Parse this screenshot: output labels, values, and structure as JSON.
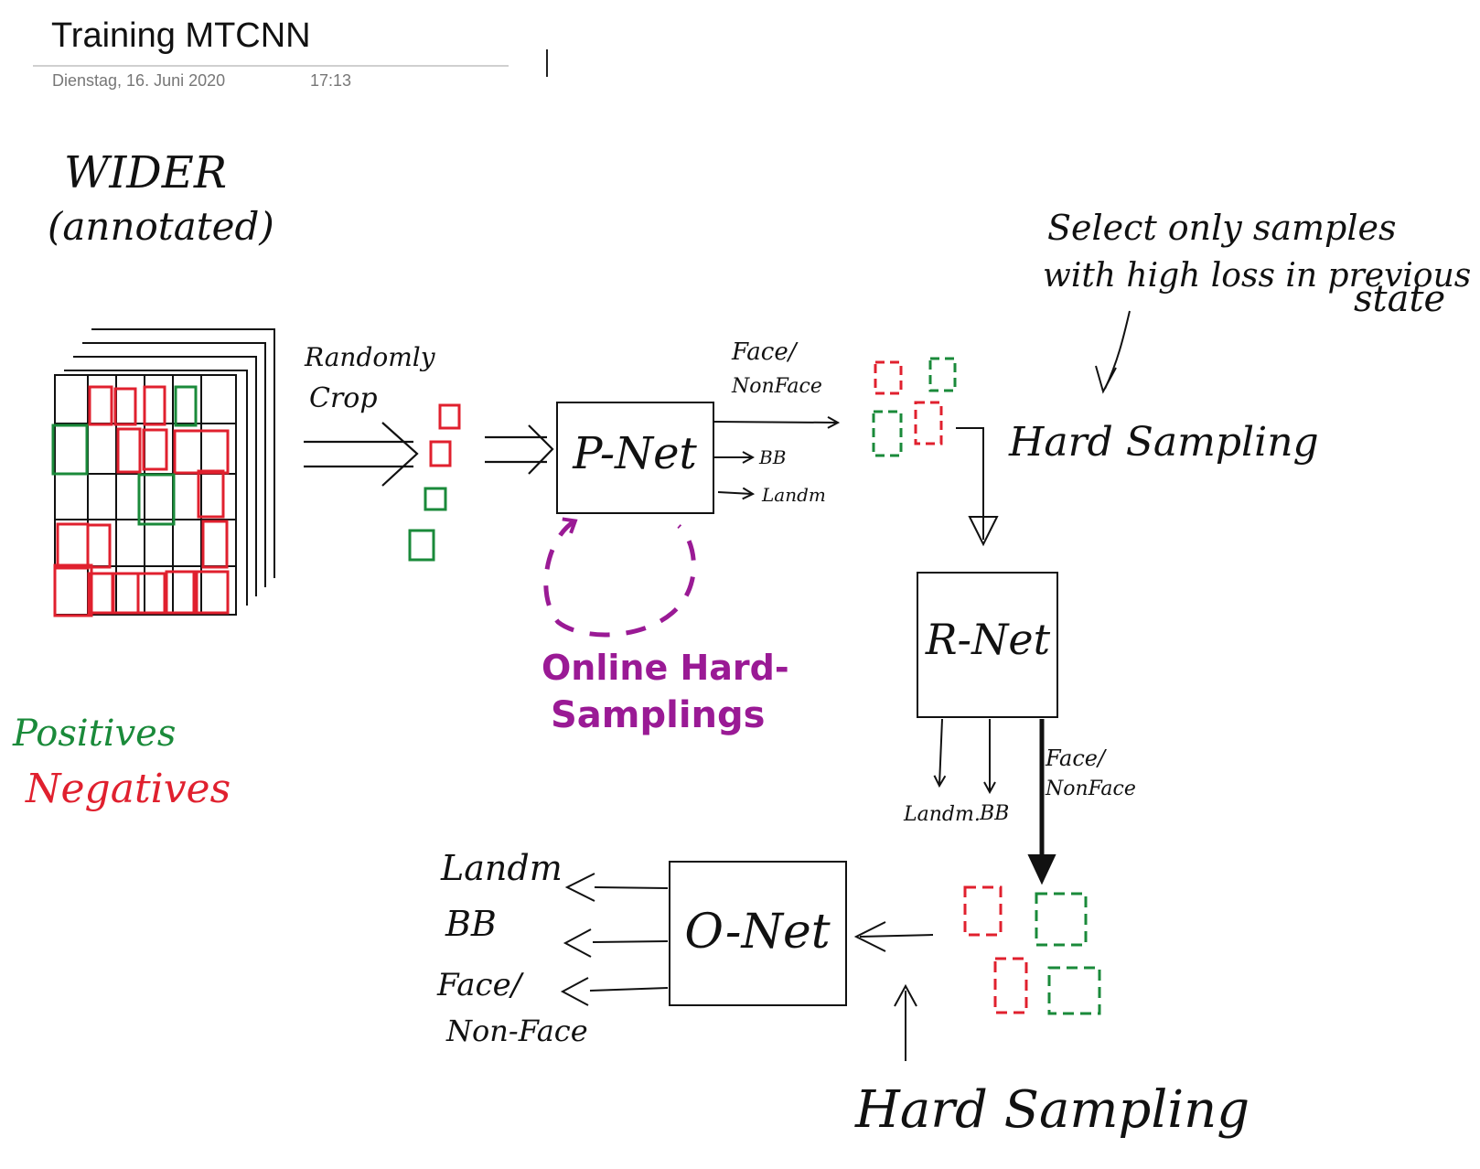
{
  "header": {
    "title": "Training MTCNN",
    "date": "Dienstag, 16. Juni 2020",
    "time": "17:13"
  },
  "labels": {
    "dataset_line1": "WIDER",
    "dataset_line2": "(annotated)",
    "randomly": "Randomly",
    "crop": "Crop",
    "pnet": "P-Net",
    "rnet": "R-Net",
    "onet": "O-Net",
    "face": "Face/",
    "nonface": "NonFace",
    "bb": "BB",
    "landm": "Landm",
    "landm_dot": "Landm.",
    "non_face_dash": "Non-Face",
    "hard_sampling": "Hard Sampling",
    "note_line1": "Select only samples",
    "note_line2": "with high loss in previous",
    "note_line3": "state",
    "online_line1": "Online Hard-",
    "online_line2": "Samplings",
    "positives": "Positives",
    "negatives": "Negatives"
  },
  "colors": {
    "ink": "#111111",
    "positive": "#1a8a3a",
    "negative": "#e0202e",
    "online": "#9a1a95",
    "header_text": "#777777"
  }
}
